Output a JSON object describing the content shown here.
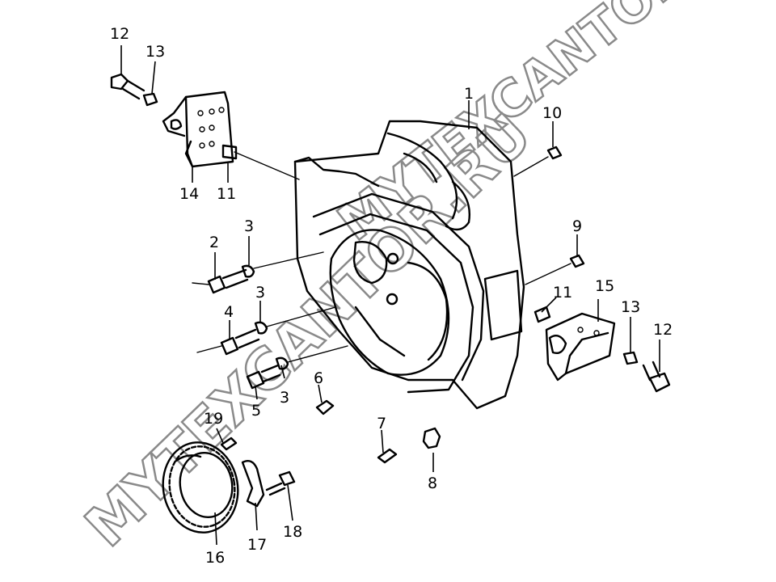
{
  "diagram": {
    "watermarks": [
      {
        "text": "MYTEXCANTOR.RU",
        "color": "#8a8a8a"
      },
      {
        "text": "MYTEXCANTOR.RU",
        "color": "#8a8a8a"
      }
    ],
    "callouts": [
      "1",
      "2",
      "3",
      "3",
      "3",
      "4",
      "5",
      "6",
      "7",
      "8",
      "9",
      "10",
      "11",
      "11",
      "12",
      "12",
      "13",
      "13",
      "14",
      "15",
      "16",
      "17",
      "18",
      "19"
    ]
  }
}
